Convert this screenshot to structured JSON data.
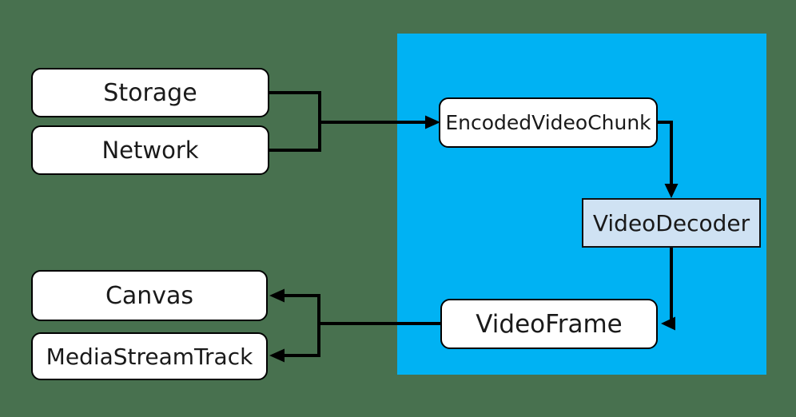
{
  "colors": {
    "background": "#48714F",
    "webcodecs_region": "#00B2F3",
    "node_fill": "#FFFFFF",
    "decoder_node_fill": "#CFE2F3",
    "connector": "#000000"
  },
  "diagram": {
    "nodes": {
      "storage": {
        "label": "Storage"
      },
      "network": {
        "label": "Network"
      },
      "encoded_video_chunk": {
        "label": "EncodedVideoChunk"
      },
      "video_decoder": {
        "label": "VideoDecoder"
      },
      "video_frame": {
        "label": "VideoFrame"
      },
      "canvas": {
        "label": "Canvas"
      },
      "media_stream_track": {
        "label": "MediaStreamTrack"
      }
    },
    "edges": [
      {
        "from": "storage",
        "to": "encoded_video_chunk"
      },
      {
        "from": "network",
        "to": "encoded_video_chunk"
      },
      {
        "from": "encoded_video_chunk",
        "to": "video_decoder"
      },
      {
        "from": "video_decoder",
        "to": "video_frame"
      },
      {
        "from": "video_frame",
        "to": "canvas"
      },
      {
        "from": "video_frame",
        "to": "media_stream_track"
      }
    ]
  }
}
